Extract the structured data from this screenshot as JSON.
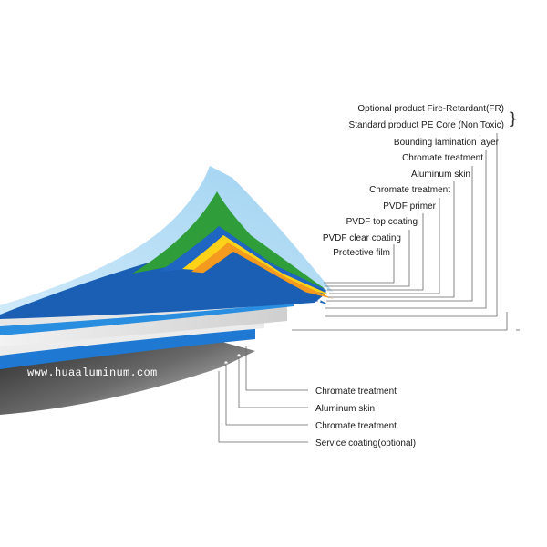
{
  "diagram": {
    "top_labels": [
      "Optional product Fire-Retardant(FR)",
      "Standard product PE Core (Non Toxic)",
      "Bounding lamination layer",
      "Chromate treatment",
      "Aluminum skin",
      "Chromate treatment",
      "PVDF primer",
      "PVDF top coating",
      "PVDF clear coating",
      "Protective film"
    ],
    "bottom_labels": [
      "Chromate treatment",
      "Aluminum skin",
      "Chromate treatment",
      "Service coating(optional)"
    ],
    "watermark": "www.huaaluminum.com",
    "brace": "}",
    "colors": {
      "protective_film": "#a9d8f3",
      "green": "#2f9e3a",
      "blue_dark": "#1a5fb4",
      "yellow": "#ffd21a",
      "orange": "#f39a1f",
      "blue_mid": "#1f78d1",
      "aluminum": "#e3e3e3",
      "core_blue": "#2a8ee0",
      "core_gray": "#8a8a8a",
      "shadow": "#3a3a3a"
    }
  }
}
